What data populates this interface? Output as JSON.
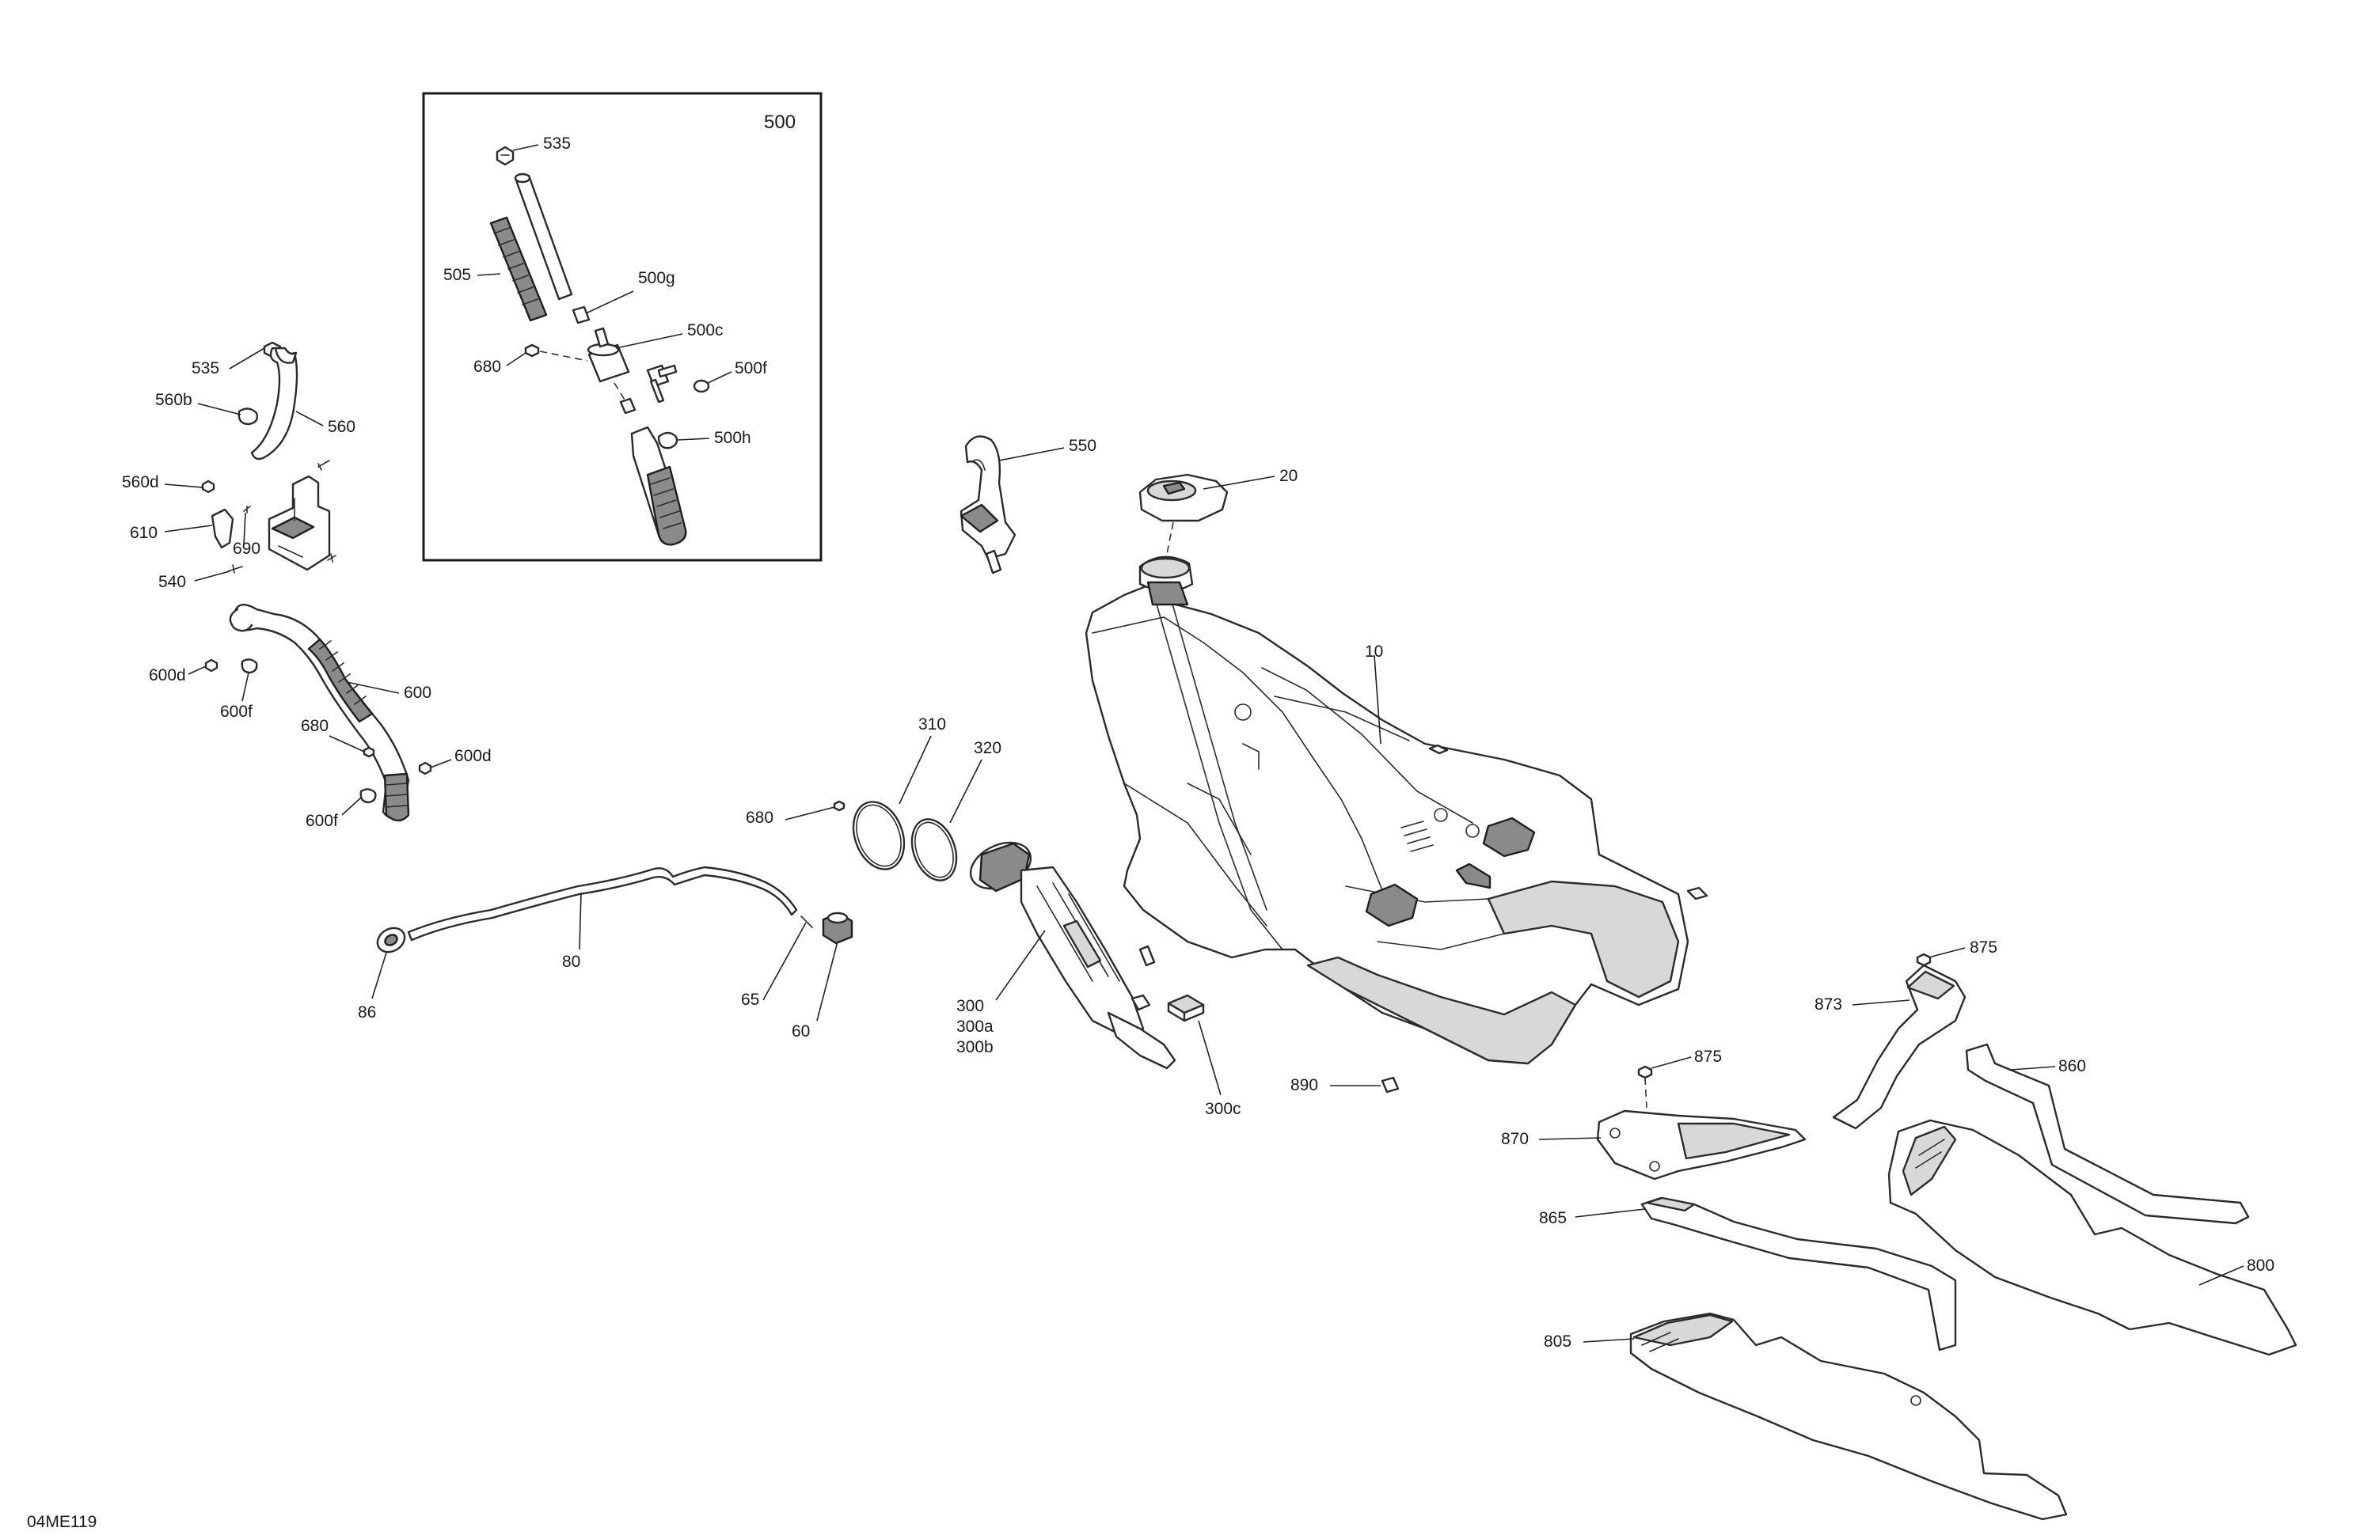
{
  "diagram": {
    "drawing_id": "04ME119",
    "inset_title": "500",
    "callouts": {
      "c535_inset": "535",
      "c505": "505",
      "c500g": "500g",
      "c500c": "500c",
      "c680_inset": "680",
      "c500f": "500f",
      "c500h": "500h",
      "c535": "535",
      "c560b": "560b",
      "c560": "560",
      "c560d": "560d",
      "c610": "610",
      "c690": "690",
      "c540": "540",
      "c600d_a": "600d",
      "c600f_a": "600f",
      "c600": "600",
      "c680_a": "680",
      "c600d_b": "600d",
      "c600f_b": "600f",
      "c550": "550",
      "c20": "20",
      "c10": "10",
      "c310": "310",
      "c320": "320",
      "c680_b": "680",
      "c300": "300",
      "c300a": "300a",
      "c300b": "300b",
      "c300c": "300c",
      "c80": "80",
      "c86": "86",
      "c65": "65",
      "c60": "60",
      "c890": "890",
      "c875_a": "875",
      "c873": "873",
      "c860": "860",
      "c875_b": "875",
      "c870": "870",
      "c865": "865",
      "c800": "800",
      "c805": "805"
    }
  }
}
